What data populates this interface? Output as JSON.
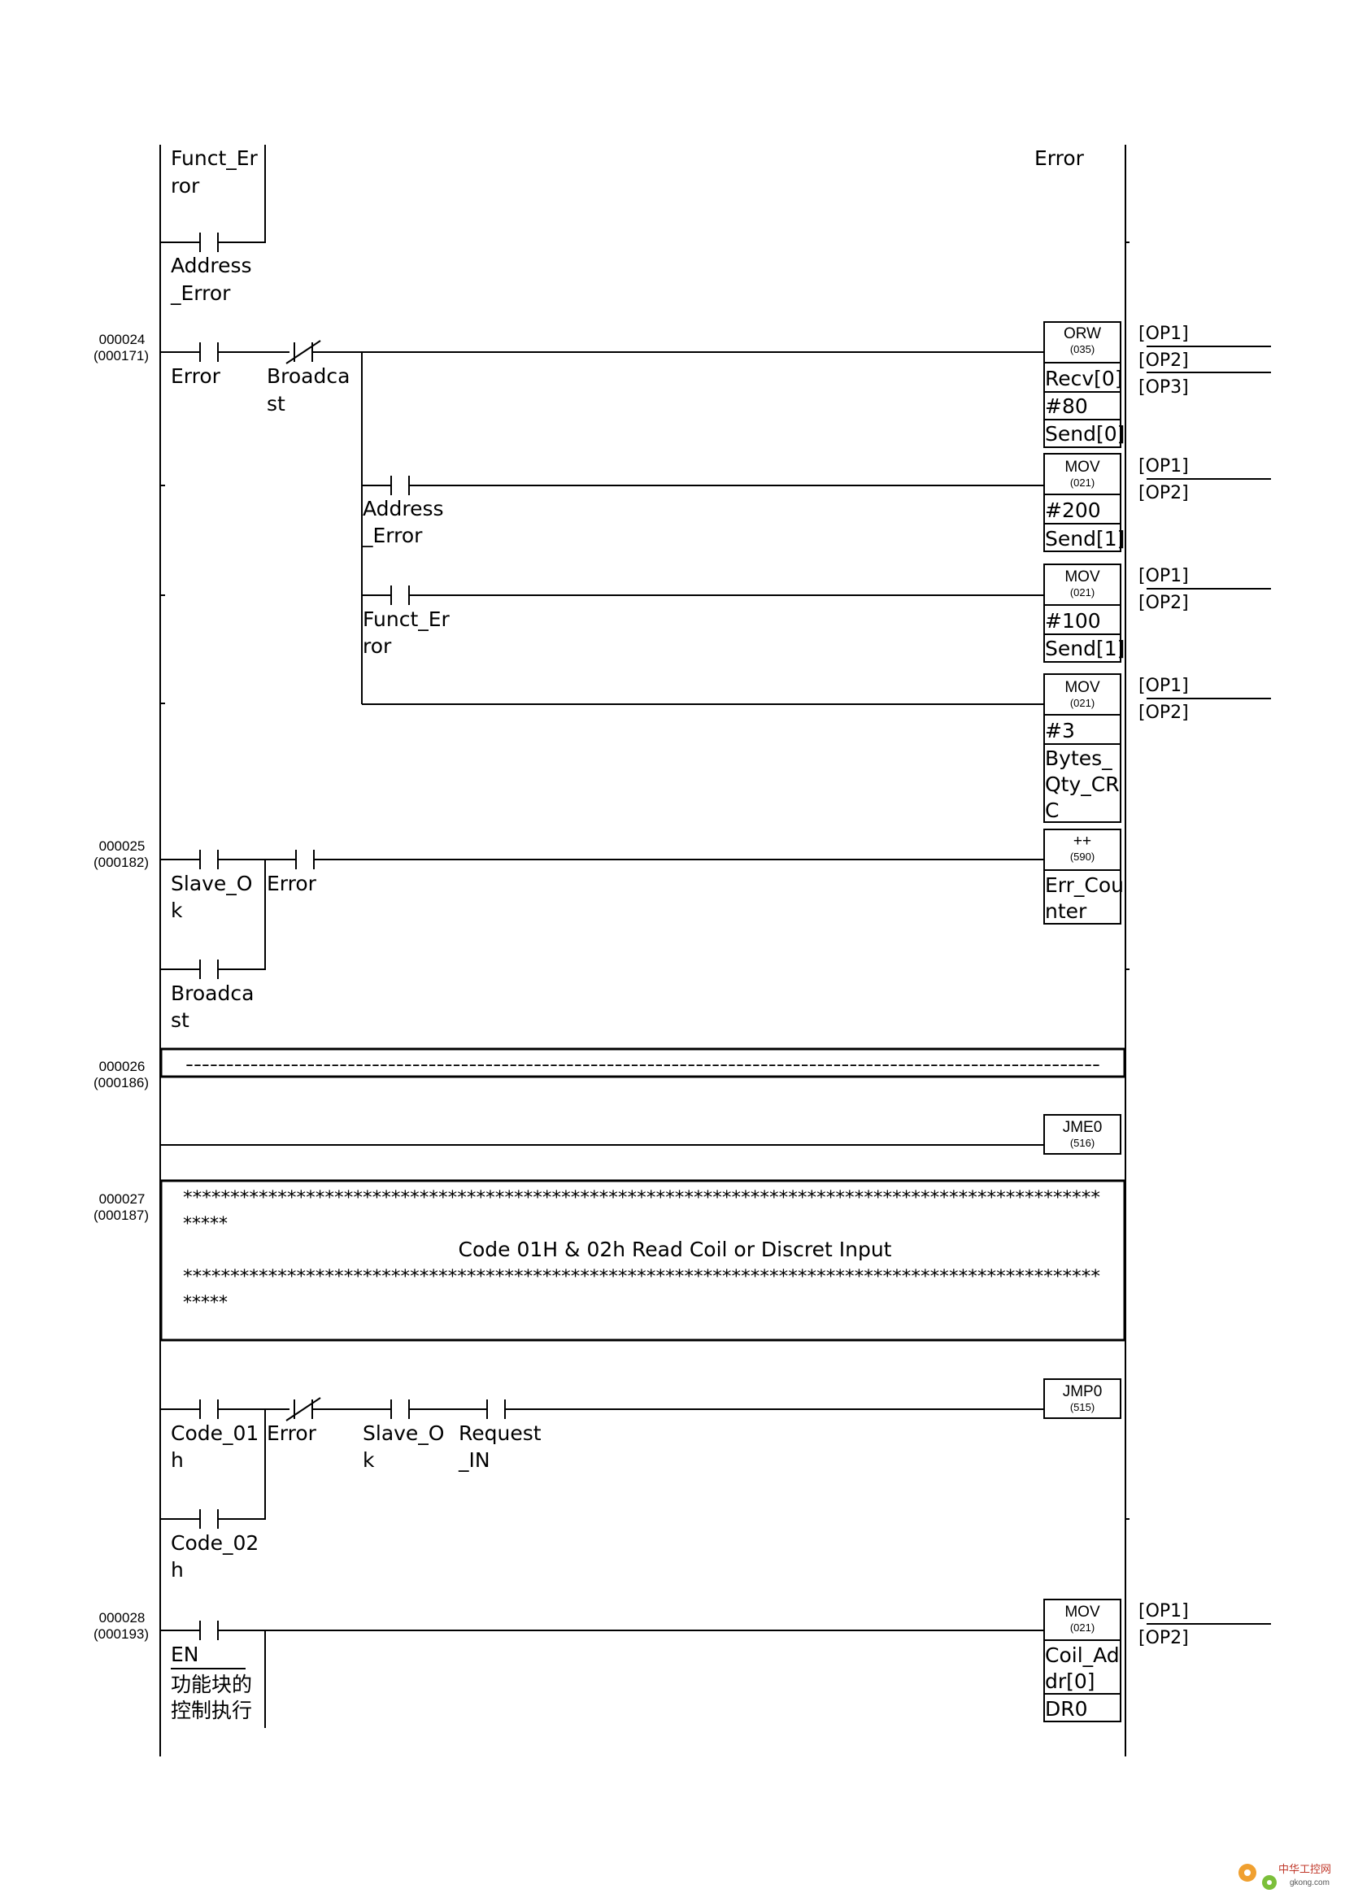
{
  "rungs": {
    "r24": {
      "number": "000024",
      "step": "(000171)"
    },
    "r25": {
      "number": "000025",
      "step": "(000182)"
    },
    "r26": {
      "number": "000026",
      "step": "(000186)"
    },
    "r27": {
      "number": "000027",
      "step": "(000187)"
    },
    "r28": {
      "number": "000028",
      "step": "(000193)"
    }
  },
  "contacts": {
    "funct_error_top": [
      "Funct_Er",
      "ror"
    ],
    "address_error_top": [
      "Address",
      "_Error"
    ],
    "error_24": [
      "Error"
    ],
    "broadcast_24": [
      "Broadca",
      "st"
    ],
    "address_error_24": [
      "Address",
      "_Error"
    ],
    "funct_error_24": [
      "Funct_Er",
      "ror"
    ],
    "slave_ok_25": [
      "Slave_O",
      "k"
    ],
    "error_25": [
      "Error"
    ],
    "broadcast_25": [
      "Broadca",
      "st"
    ],
    "code01h": [
      "Code_01",
      "h"
    ],
    "error_27": [
      "Error"
    ],
    "slave_ok_27": [
      "Slave_O",
      "k"
    ],
    "request_in": [
      "Request",
      "_IN"
    ],
    "code02h": [
      "Code_02",
      "h"
    ],
    "en": [
      "EN"
    ],
    "fb_note": [
      "功能块的",
      "控制执行"
    ]
  },
  "coil_top": {
    "label": "Error"
  },
  "blocks": {
    "orw": {
      "name": "ORW",
      "code": "(035)",
      "operands": [
        "Recv[0]",
        "#80",
        "Send[0]"
      ],
      "ops": [
        "[OP1]",
        "[OP2]",
        "[OP3]"
      ]
    },
    "mov1": {
      "name": "MOV",
      "code": "(021)",
      "operands": [
        "#200",
        "Send[1]"
      ],
      "ops": [
        "[OP1]",
        "[OP2]"
      ]
    },
    "mov2": {
      "name": "MOV",
      "code": "(021)",
      "operands": [
        "#100",
        "Send[1]"
      ],
      "ops": [
        "[OP1]",
        "[OP2]"
      ]
    },
    "mov3": {
      "name": "MOV",
      "code": "(021)",
      "operands": [
        "#3",
        "Bytes_",
        "Qty_CR",
        "C"
      ],
      "ops": [
        "[OP1]",
        "[OP2]"
      ]
    },
    "inc": {
      "name": "++",
      "code": "(590)",
      "operands": [
        "Err_Cou",
        "nter"
      ]
    },
    "jme0": {
      "name": "JME0",
      "code": "(516)"
    },
    "jmp0": {
      "name": "JMP0",
      "code": "(515)"
    },
    "mov4": {
      "name": "MOV",
      "code": "(021)",
      "operands": [
        "Coil_Ad",
        "dr[0]",
        "DR0"
      ],
      "ops": [
        "[OP1]",
        "[OP2]"
      ]
    }
  },
  "comment_26": {
    "dashes": "-----------------------------------------------------------------------------------------------------------------"
  },
  "comment_27": {
    "stars_line1": "*************************************************************************************************",
    "stars_tail1": "*****",
    "title": "Code 01H & 02h Read Coil or Discret Input",
    "stars_line2": "*************************************************************************************************",
    "stars_tail2": "*****"
  },
  "watermark": {
    "brand": "中华工控网",
    "site": "gkong.com"
  }
}
